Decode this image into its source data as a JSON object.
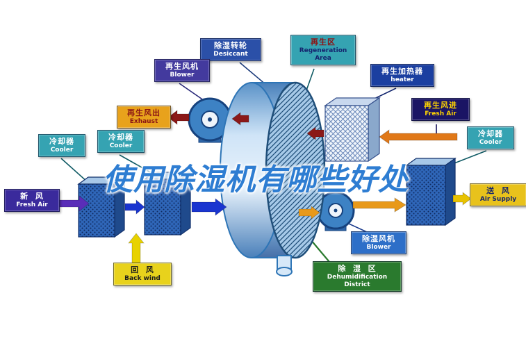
{
  "title": {
    "text": "使用除湿机有哪些好处"
  },
  "labels": {
    "desiccant": {
      "zh": "除湿转轮",
      "en": "Desiccant"
    },
    "regeneration_area": {
      "zh": "再生区",
      "en": "Regeneration Area"
    },
    "regen_blower": {
      "zh": "再生风机",
      "en": "Blower"
    },
    "regen_heater": {
      "zh": "再生加热器",
      "en": "heater"
    },
    "exhaust": {
      "zh": "再生风出",
      "en": "Exhaust"
    },
    "cooler_left_outer": {
      "zh": "冷却器",
      "en": "Cooler"
    },
    "cooler_left_inner": {
      "zh": "冷却器",
      "en": "Cooler"
    },
    "regen_fresh_air": {
      "zh": "再生风进",
      "en": "Fresh Air"
    },
    "cooler_right": {
      "zh": "冷却器",
      "en": "Cooler"
    },
    "fresh_air": {
      "zh": "新  风",
      "en": "Fresh Air"
    },
    "back_wind": {
      "zh": "回  风",
      "en": "Back wind"
    },
    "air_supply": {
      "zh": "送  风",
      "en": "Air Supply"
    },
    "dehumid_blower": {
      "zh": "除湿风机",
      "en": "Blower"
    },
    "dehumid_district": {
      "zh": "除  湿  区",
      "en1": "Dehumidification",
      "en2": "District"
    }
  },
  "colors": {
    "title_blue": "#2e7dd2",
    "wheel_blue": "#5b9bd5",
    "arrow_dark_red": "#8b1818",
    "arrow_orange": "#e07818",
    "arrow_blue": "#1a35d0",
    "arrow_purple": "#5a2db8",
    "arrow_yellow": "#e8d200",
    "label_teal": "#35a3b2",
    "label_green": "#2a7a2e"
  }
}
